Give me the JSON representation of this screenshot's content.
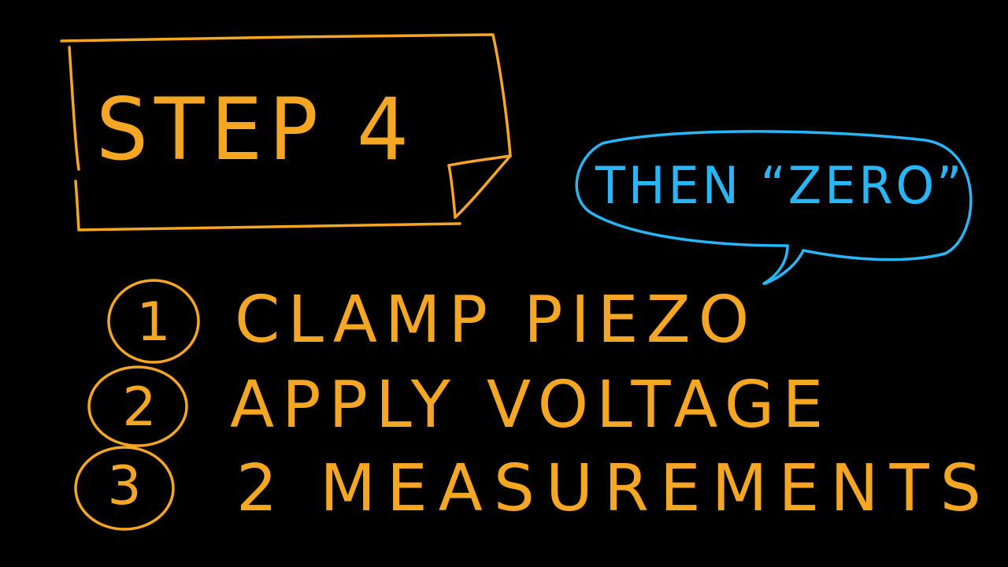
{
  "slide": {
    "title": "STEP 4",
    "callout": "THEN “ZERO”",
    "steps": [
      {
        "number": "1",
        "text": "CLAMP PIEZO"
      },
      {
        "number": "2",
        "text": "APPLY VOLTAGE"
      },
      {
        "number": "3",
        "text": "2 MEASUREMENTS"
      }
    ]
  },
  "colors": {
    "background": "#000000",
    "ink_orange": "#F5A623",
    "ink_blue": "#29B6F6"
  }
}
